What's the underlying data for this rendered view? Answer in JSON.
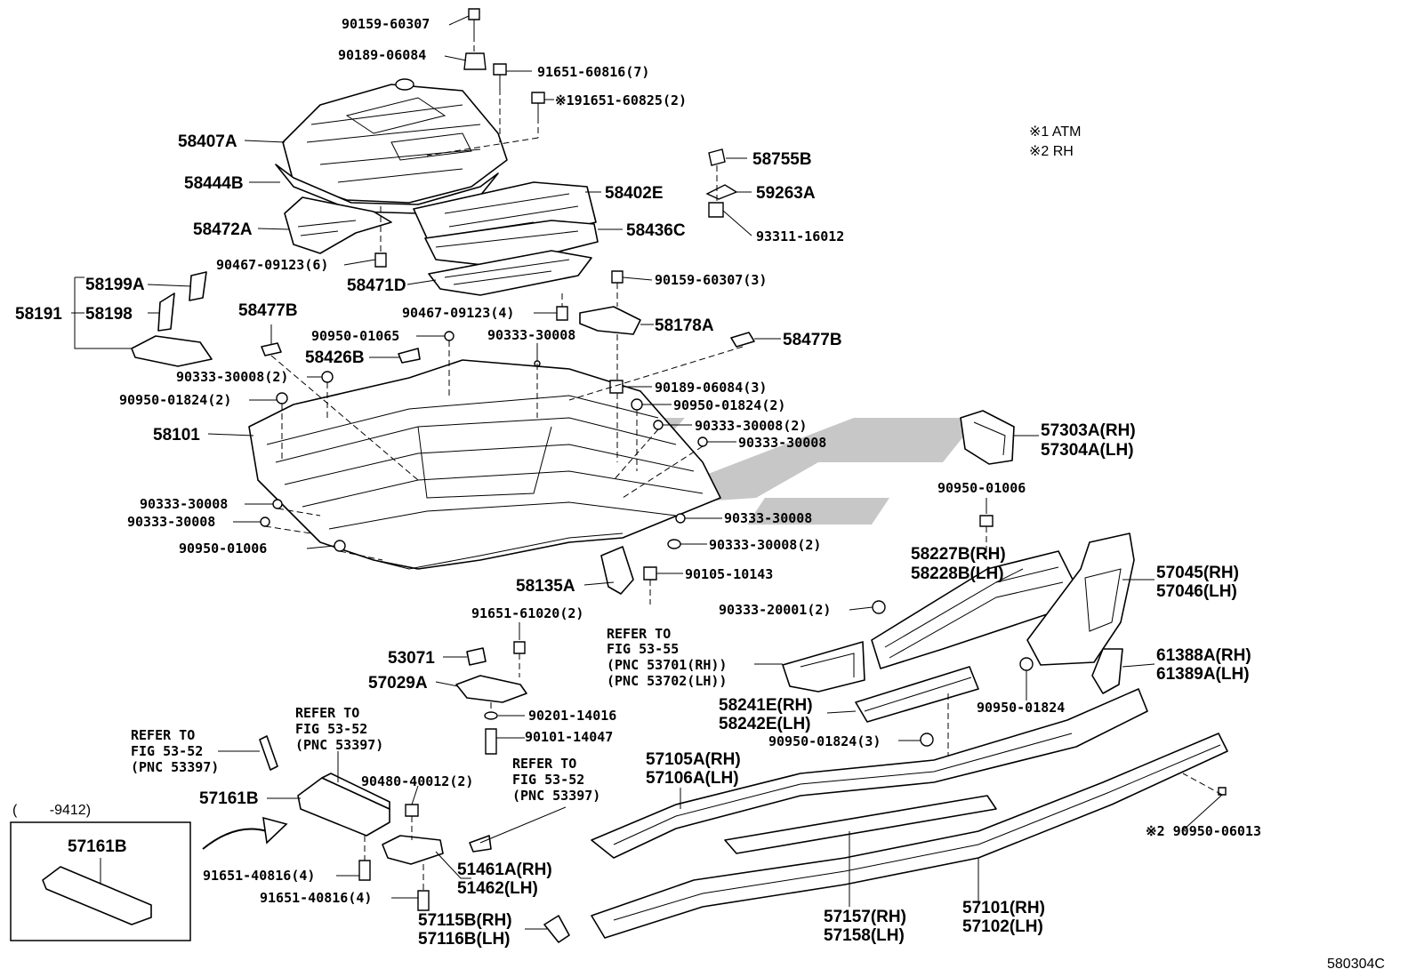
{
  "diagram": {
    "figure_code": "580304C",
    "notes": [
      "※1 ATM",
      "※2 RH"
    ],
    "inset_label": "(　　 -9412)",
    "labels": [
      "90159-60307",
      "90189-06084",
      "91651-60816(7)",
      "※191651-60825(2)",
      "58407A",
      "58444B",
      "58472A",
      "90467-09123(6)",
      "58471D",
      "58755B",
      "58402E",
      "59263A",
      "58436C",
      "93311-16012",
      "58199A",
      "58191",
      "58198",
      "58477B",
      "90950-01065",
      "58426B",
      "90333-30008(2)",
      "90950-01824(2)",
      "58101",
      "90159-60307(3)",
      "90467-09123(4)",
      "58178A",
      "90333-30008",
      "58477B",
      "90189-06084(3)",
      "90950-01824(2)",
      "90333-30008(2)",
      "90333-30008",
      "57303A(RH)",
      "57304A(LH)",
      "90333-30008",
      "90333-30008",
      "90950-01006",
      "90333-30008",
      "90333-30008(2)",
      "58135A",
      "90105-10143",
      "90950-01006",
      "58227B(RH)",
      "58228B(LH)",
      "57045(RH)",
      "57046(LH)",
      "90333-20001(2)",
      "91651-61020(2)",
      "REFER TO",
      "FIG 53-55",
      "(PNC 53701(RH))",
      "(PNC 53702(LH))",
      "53071",
      "57029A",
      "61388A(RH)",
      "61389A(LH)",
      "58241E(RH)",
      "58242E(LH)",
      "90950-01824",
      "90201-14016",
      "90101-14047",
      "REFER TO",
      "FIG 53-52",
      "(PNC 53397)",
      "REFER TO",
      "FIG 53-52",
      "(PNC 53397)",
      "90950-01824(3)",
      "57105A(RH)",
      "57106A(LH)",
      "REFER TO",
      "FIG 53-52",
      "(PNC 53397)",
      "90480-40012(2)",
      "57161B",
      "57161B",
      "※2 90950-06013",
      "91651-40816(4)",
      "51461A(RH)",
      "51462(LH)",
      "91651-40816(4)",
      "57115B(RH)",
      "57116B(LH)",
      "57157(RH)",
      "57158(LH)",
      "57101(RH)",
      "57102(LH)"
    ]
  }
}
